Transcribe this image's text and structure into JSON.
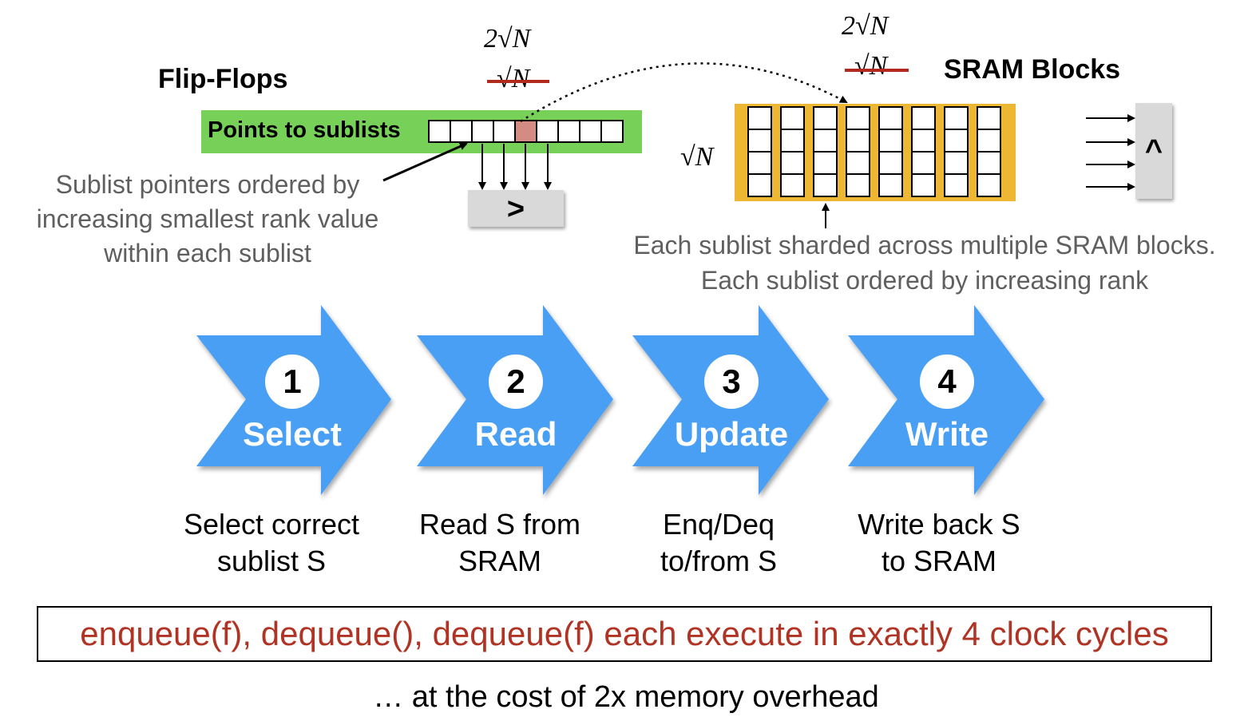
{
  "flipflops": {
    "title": "Flip-Flops",
    "bar_label": "Points to sublists",
    "label_top": "2√N",
    "label_struck": "√N",
    "cells": 9,
    "highlighted_cell": 5,
    "comparator_symbol": ">",
    "description": [
      "Sublist pointers ordered by",
      "increasing smallest rank value",
      "within each sublist"
    ]
  },
  "sram": {
    "title": "SRAM Blocks",
    "label_top": "2√N",
    "label_struck": "√N",
    "side_label": "√N",
    "blocks": 8,
    "rows": 4,
    "and_symbol": "^",
    "description": [
      "Each sublist sharded across multiple SRAM blocks.",
      "Each sublist ordered by increasing rank"
    ]
  },
  "steps": [
    {
      "number": "1",
      "title": "Select",
      "desc": [
        "Select correct",
        "sublist S"
      ]
    },
    {
      "number": "2",
      "title": "Read",
      "desc": [
        "Read S from",
        "SRAM"
      ]
    },
    {
      "number": "3",
      "title": "Update",
      "desc": [
        "Enq/Deq",
        "to/from S"
      ]
    },
    {
      "number": "4",
      "title": "Write",
      "desc": [
        "Write back S",
        "to SRAM"
      ]
    }
  ],
  "callout": "enqueue(f), dequeue(), dequeue(f) each execute in exactly 4 clock cycles",
  "footer": "… at the cost of 2x memory overhead",
  "colors": {
    "green_bar": "#77d159",
    "highlight_cell": "#d48b84",
    "sram_gold": "#eeb733",
    "arrow_blue": "#4a9ff4",
    "strike_red": "#b22a1e",
    "callout_text": "#b03324",
    "comparator_gray": "#d9d9d9"
  }
}
